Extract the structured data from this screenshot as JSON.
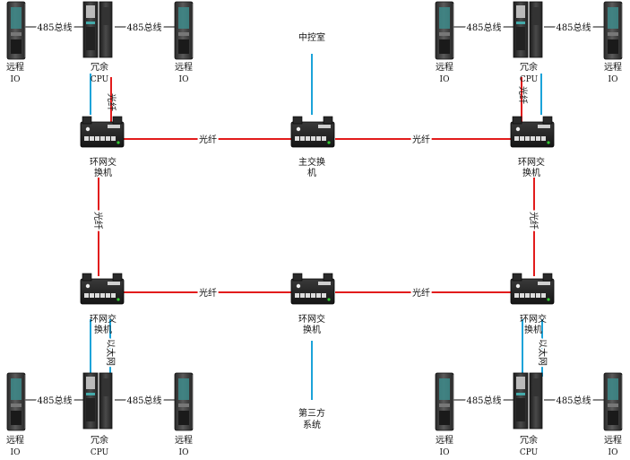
{
  "labels": {
    "bus_485": "485总线",
    "fiber": "光纤",
    "ethernet": "以太网",
    "remote": "远程",
    "io": "IO",
    "redundant": "冗余",
    "cpu": "CPU",
    "central_room": "中控室",
    "main_switch_1": "主交换",
    "main_switch_2": "机",
    "ring_switch_1": "环网交",
    "ring_switch_2": "换机",
    "third_party_1": "第三方",
    "third_party_2": "系统"
  },
  "colors": {
    "fiber_line": "#e21c1c",
    "ethernet_line": "#1ba3d9",
    "device_dark": "#2b2b2b",
    "module_accent": "#3d8a8a"
  },
  "icons": {
    "switch": "network-switch-icon",
    "remote_io": "io-module-icon",
    "cpu": "redundant-cpu-icon"
  }
}
